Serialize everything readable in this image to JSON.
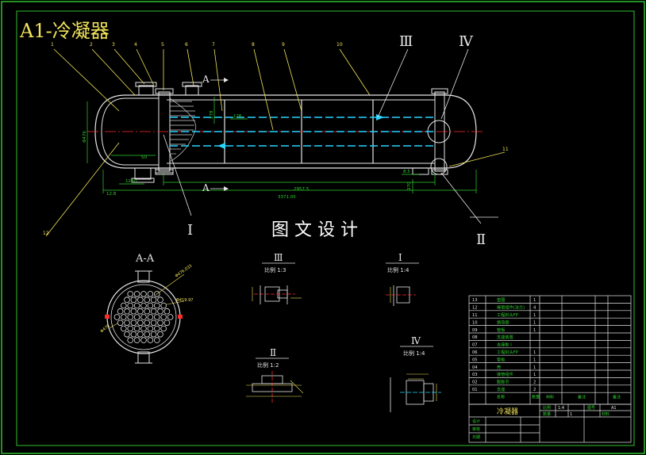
{
  "title": "A1-冷凝器",
  "watermark": "图 文 设 计",
  "colors": {
    "frame": "#2fbf2f",
    "line": "#e6e6e6",
    "cyan": "#29d3ff",
    "red": "#ff2a2a",
    "yellow": "#f2e35a",
    "green": "#2fd12f",
    "tube_face": "#e8e8e8",
    "hatch": "#cfcfcf"
  },
  "balloons": [
    "1",
    "2",
    "3",
    "4",
    "5",
    "6",
    "7",
    "8",
    "9",
    "10",
    "11",
    "12"
  ],
  "dims": {
    "overall": "3371.05",
    "span": "2957.5",
    "inlet": "50",
    "inlet2": "126",
    "dia": "Φ476",
    "left": "1200",
    "n1": "278",
    "n2": "12.8",
    "n3": "8.5",
    "right": "270"
  },
  "section_marks": {
    "a_top": "A",
    "a_bottom": "A",
    "roman": [
      "Ⅰ",
      "Ⅱ",
      "Ⅲ",
      "Ⅳ"
    ]
  },
  "section_aa": {
    "label": "A-A",
    "dim1": "Φ476.033",
    "dim2": "Φ419.97",
    "dim3": "Φ476"
  },
  "details": [
    {
      "id": "Ⅲ",
      "scale": "比例 1:3"
    },
    {
      "id": "Ⅰ",
      "scale": "比例 1:4"
    },
    {
      "id": "Ⅱ",
      "scale": "比例 1:2"
    },
    {
      "id": "Ⅳ",
      "scale": "比例 1:4"
    }
  ],
  "bom_rows": [
    {
      "no": "13",
      "name": "垫圈",
      "qty": "1"
    },
    {
      "no": "12",
      "name": "接管组件(法兰)",
      "qty": "4"
    },
    {
      "no": "11",
      "name": "工程封头FP",
      "qty": "1"
    },
    {
      "no": "10",
      "name": "换热管",
      "qty": "1"
    },
    {
      "no": "09",
      "name": "管板",
      "qty": "1"
    },
    {
      "no": "08",
      "name": "支座装置",
      "qty": ""
    },
    {
      "no": "07",
      "name": "支座板 I",
      "qty": ""
    },
    {
      "no": "06",
      "name": "工程封头FP",
      "qty": "1"
    },
    {
      "no": "05",
      "name": "管板",
      "qty": "1"
    },
    {
      "no": "04",
      "name": "壳",
      "qty": "1"
    },
    {
      "no": "03",
      "name": "接管组件",
      "qty": "1"
    },
    {
      "no": "02",
      "name": "膨胀节",
      "qty": "2"
    },
    {
      "no": "01",
      "name": "支座",
      "qty": "2"
    }
  ],
  "bom_header": {
    "h1": "名称",
    "h2": "数量",
    "h3": "材料",
    "h4": "备注",
    "h5": "备注"
  },
  "title_block": {
    "name": "冷凝器",
    "scale_label": "比例",
    "scale": "1:4",
    "sheet_label": "图号",
    "sheet": "A1",
    "qty_label": "数量",
    "qty": "1",
    "material_label": "材料",
    "r1": "设计",
    "r2": "审核",
    "r3": "日期"
  }
}
